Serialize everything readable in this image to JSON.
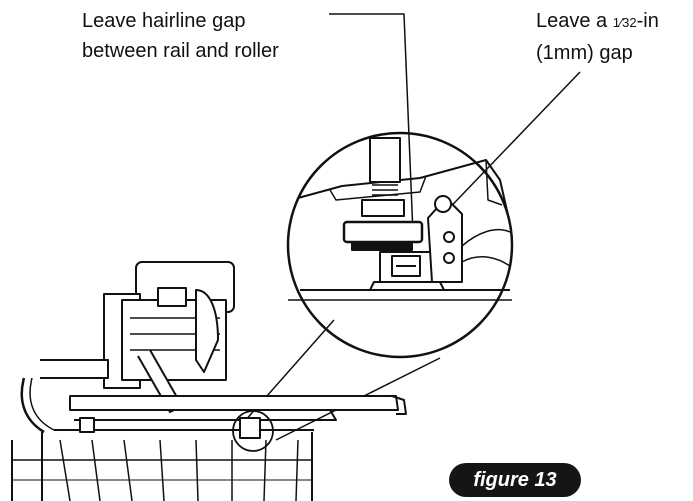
{
  "callouts": {
    "hairline": {
      "line1": "Leave hairline gap",
      "line2": "between rail and roller"
    },
    "gap": {
      "line1_prefix": "Leave a ",
      "fraction": "1⁄32",
      "line1_suffix": "-in",
      "line2": "(1mm) gap"
    }
  },
  "figure_label": "figure 13",
  "colors": {
    "ink": "#111111",
    "badge_bg": "#151515",
    "badge_text": "#ffffff",
    "background": "#ffffff"
  }
}
